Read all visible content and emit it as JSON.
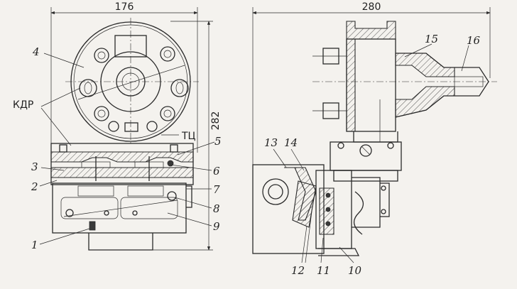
{
  "dimensions": {
    "width_left": "176",
    "height_left": "282",
    "width_right": "280"
  },
  "labels": {
    "kdr": "КДР",
    "tc": "ТЦ",
    "n1": "1",
    "n2": "2",
    "n3": "3",
    "n4": "4",
    "n5": "5",
    "n6": "6",
    "n7": "7",
    "n8": "8",
    "n9": "9",
    "n10": "10",
    "n11": "11",
    "n12": "12",
    "n13": "13",
    "n14": "14",
    "n15": "15",
    "n16": "16"
  }
}
